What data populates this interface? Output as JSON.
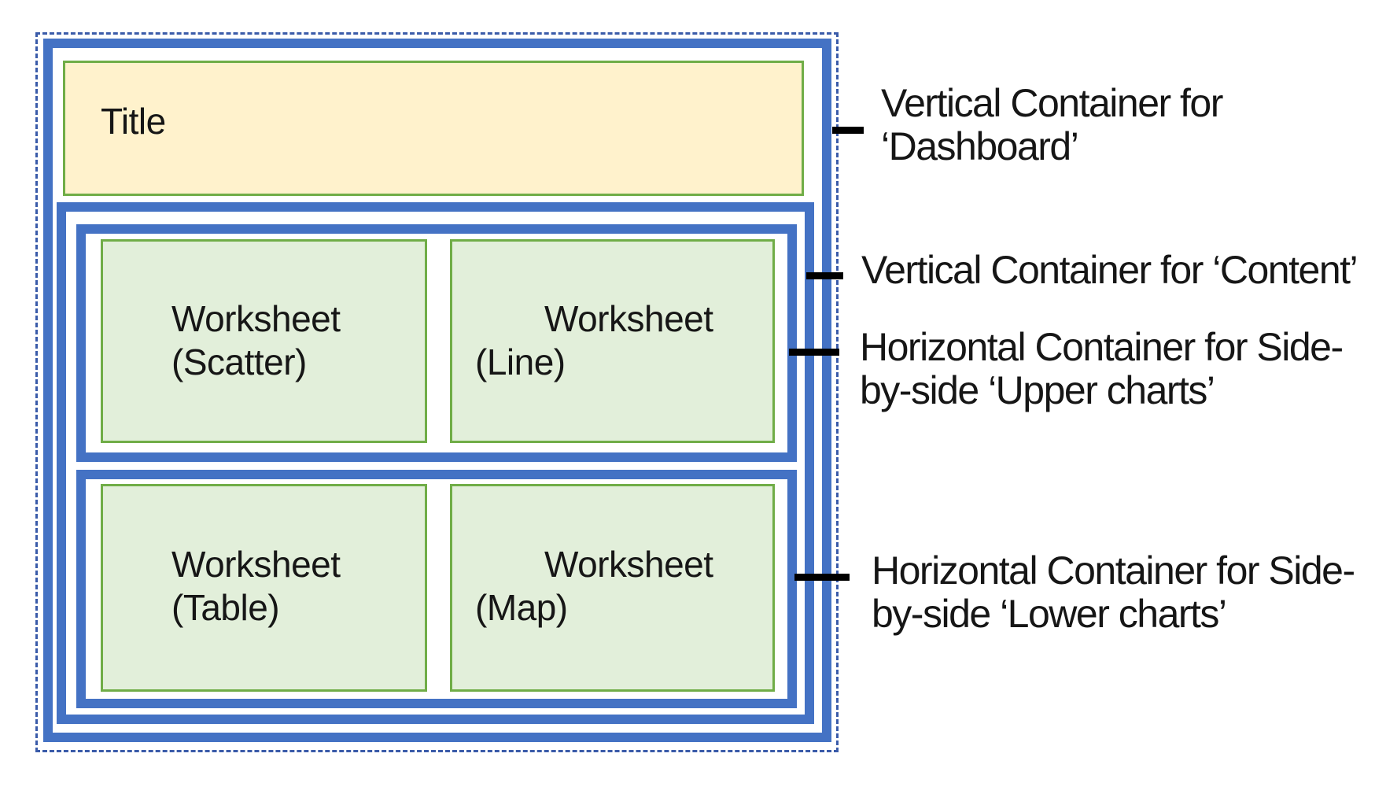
{
  "diagram": {
    "boxes": {
      "title": "Title",
      "worksheet_scatter": {
        "line1": "Worksheet",
        "line2": "(Scatter)"
      },
      "worksheet_line": {
        "line1": "Worksheet",
        "line2": "(Line)"
      },
      "worksheet_table": {
        "line1": "Worksheet",
        "line2": "(Table)"
      },
      "worksheet_map": {
        "line1": "Worksheet",
        "line2": "(Map)"
      }
    },
    "annotations": {
      "dashboard": {
        "line1": "Vertical Container for",
        "line2": "‘Dashboard’"
      },
      "content": {
        "line1": "Vertical Container for ‘Content’"
      },
      "upper": {
        "line1": "Horizontal Container for Side-",
        "line2": "by-side ‘Upper charts’"
      },
      "lower": {
        "line1": "Horizontal Container for Side-",
        "line2": "by-side ‘Lower charts’"
      }
    },
    "colors": {
      "container_border": "#4472C4",
      "outline_dash": "#3A5BA9",
      "title_fill": "#FFF2CC",
      "worksheet_fill": "#E2EFDA",
      "box_border_green": "#70AD47",
      "connector": "#000000",
      "text": "#161616"
    }
  }
}
